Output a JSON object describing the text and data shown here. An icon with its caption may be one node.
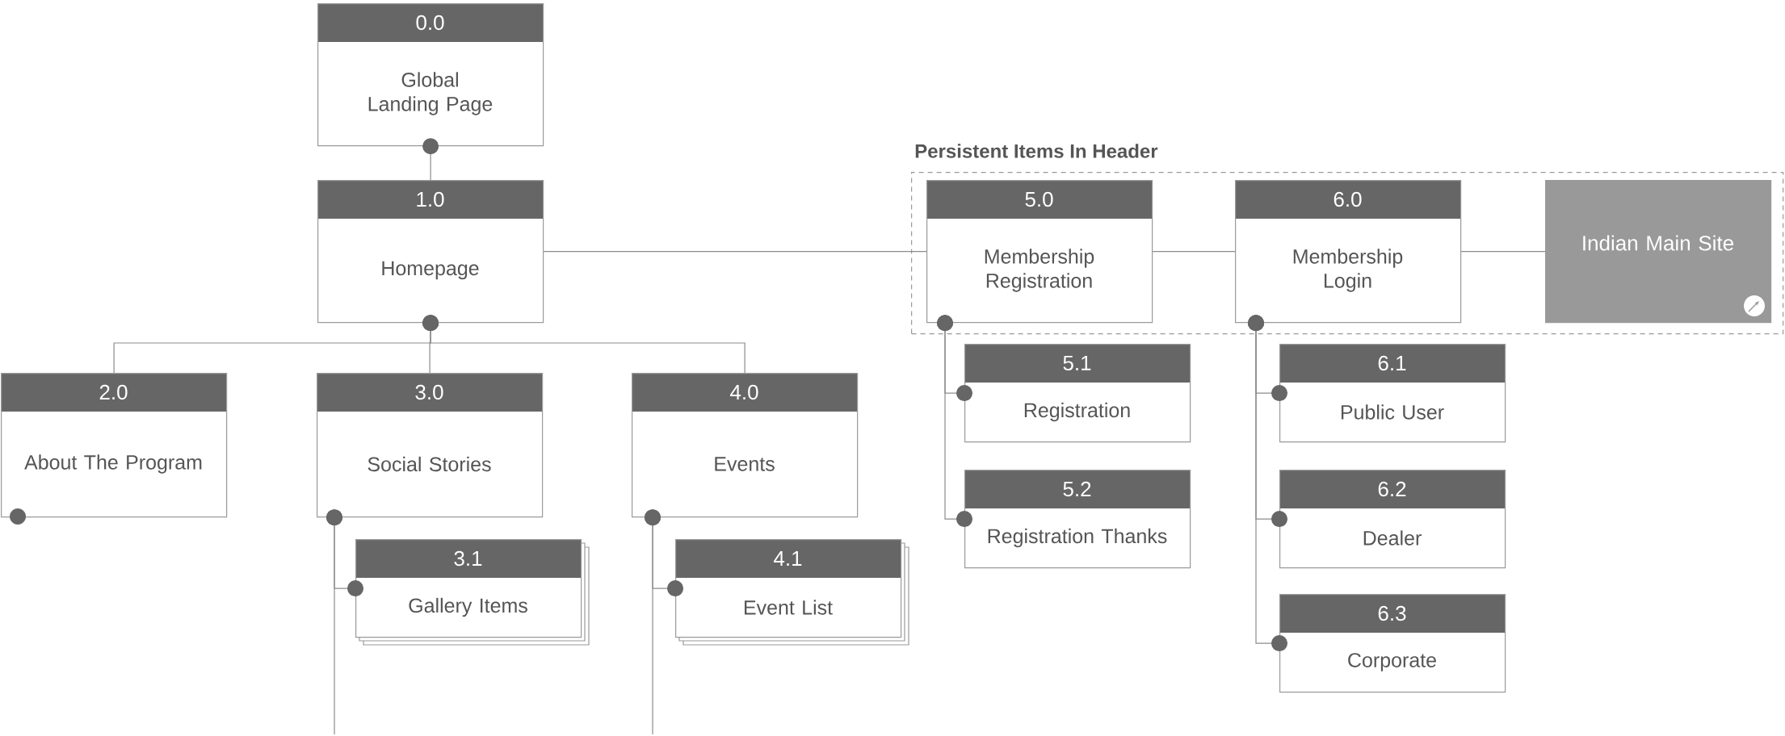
{
  "diagram": {
    "nodes": [
      {
        "text": [
          "0.0",
          "Global Landing Page"
        ]
      },
      {
        "text": [
          "1.0",
          "Homepage"
        ]
      },
      {
        "text": [
          "2.0",
          "About The Program"
        ]
      },
      {
        "text": [
          "3.0",
          "Social Stories"
        ]
      },
      {
        "text": [
          "4.0",
          "Events"
        ]
      },
      {
        "text": [
          "3.1",
          "Gallery Items"
        ]
      },
      {
        "text": [
          "4.1",
          "Event List"
        ]
      },
      {
        "text": [
          "Persistent Items In Header"
        ]
      },
      {
        "text": [
          "5.0",
          "Membership Registration"
        ],
        "in": 7
      },
      {
        "text": [
          "6.0",
          "Membership Login"
        ],
        "in": 7
      },
      {
        "text": [
          "Indian Main Site"
        ],
        "in": 7
      },
      {
        "text": [
          "5.1",
          "Registration"
        ]
      },
      {
        "text": [
          "5.2",
          "Registration Thanks"
        ]
      },
      {
        "text": [
          "6.1",
          "Public User"
        ]
      },
      {
        "text": [
          "6.2",
          "Dealer"
        ]
      },
      {
        "text": [
          "6.3",
          "Corporate"
        ]
      }
    ],
    "edges": [
      {
        "from": 0,
        "to": 1,
        "arrow": "other"
      },
      {
        "from": 1,
        "to": 2,
        "arrow": "other"
      },
      {
        "from": 1,
        "to": 3,
        "arrow": "other"
      },
      {
        "from": 1,
        "to": 4,
        "arrow": "other"
      },
      {
        "from": 1,
        "to": 8,
        "arrow": "none"
      },
      {
        "from": 8,
        "to": 9,
        "arrow": "none"
      },
      {
        "from": 9,
        "to": 10,
        "arrow": "none"
      },
      {
        "from": 3,
        "to": 5,
        "arrow": "other"
      },
      {
        "from": 3,
        "to": null,
        "arrow": "other"
      },
      {
        "from": 4,
        "to": 6,
        "arrow": "other"
      },
      {
        "from": 4,
        "to": null,
        "arrow": "other"
      },
      {
        "from": 8,
        "to": 11,
        "arrow": "other"
      },
      {
        "from": 8,
        "to": 12,
        "arrow": "other"
      },
      {
        "from": 9,
        "to": 13,
        "arrow": "other"
      },
      {
        "from": 9,
        "to": 14,
        "arrow": "other"
      },
      {
        "from": 9,
        "to": 15,
        "arrow": "other"
      }
    ]
  }
}
